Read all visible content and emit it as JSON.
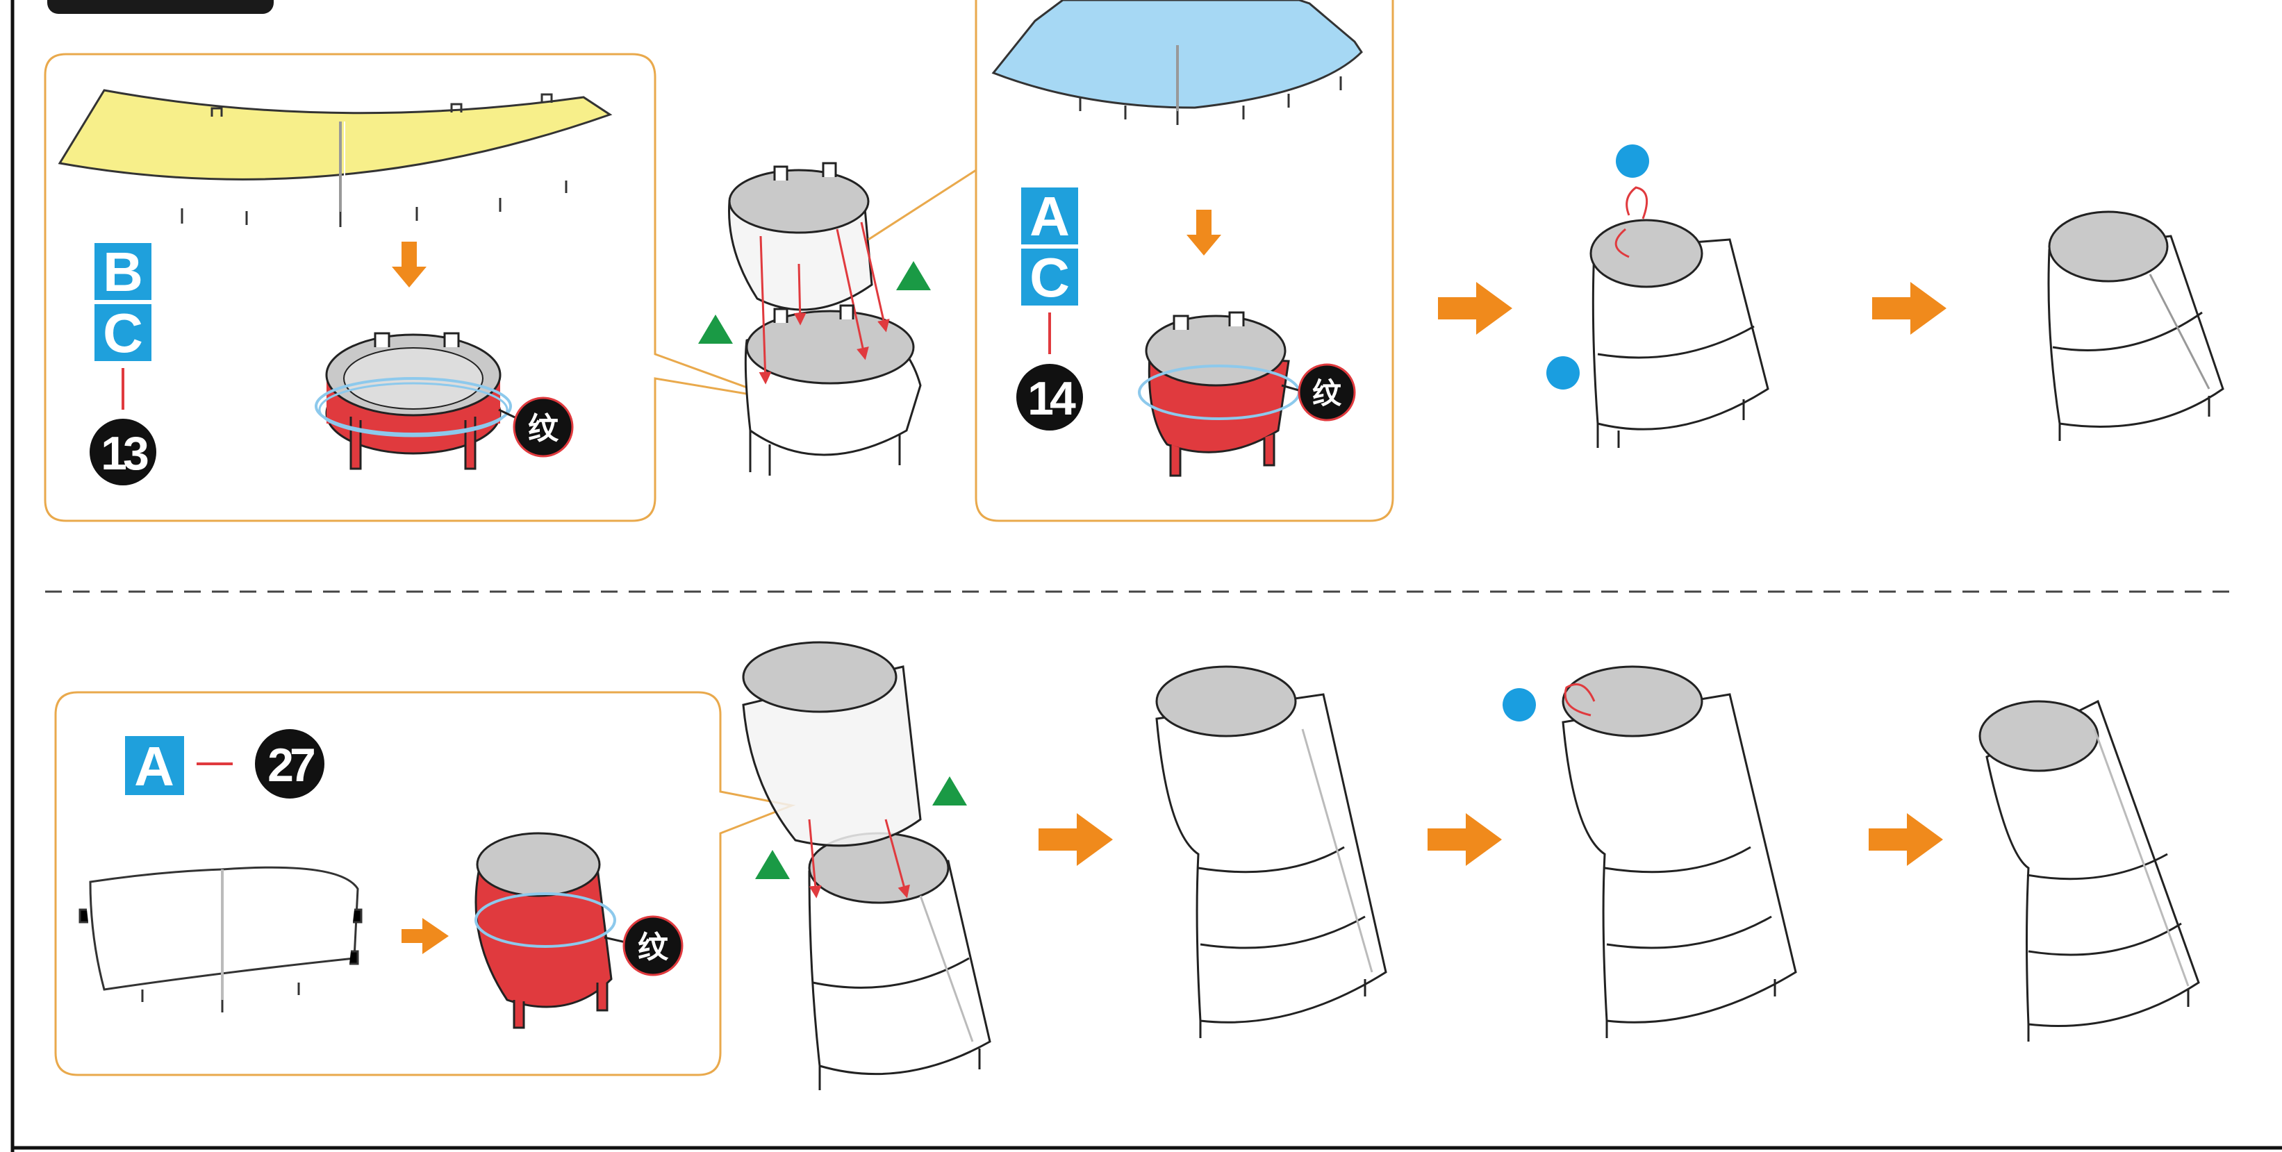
{
  "colors": {
    "orange": "#f08a1c",
    "blue_label": "#1fa0dc",
    "callout_border": "#e9a94c",
    "red_part": "#e03a3e",
    "yellow_part": "#f7ef8a",
    "light_blue_part": "#a6d8f4",
    "green_marker": "#1a9a45",
    "blue_dot": "#1a9ee0",
    "grey_inside": "#c9c9c9"
  },
  "steps": {
    "top_left": {
      "labels": [
        "B",
        "C"
      ],
      "part_number": "13",
      "mark": "纹"
    },
    "top_right": {
      "labels": [
        "A",
        "C"
      ],
      "part_number": "14",
      "mark": "纹"
    },
    "bottom": {
      "labels": [
        "A"
      ],
      "part_number": "27",
      "mark": "纹"
    }
  },
  "icons": [
    "arrow-right-icon",
    "arrow-down-icon",
    "green-triangle-icon",
    "blue-dot-icon"
  ]
}
